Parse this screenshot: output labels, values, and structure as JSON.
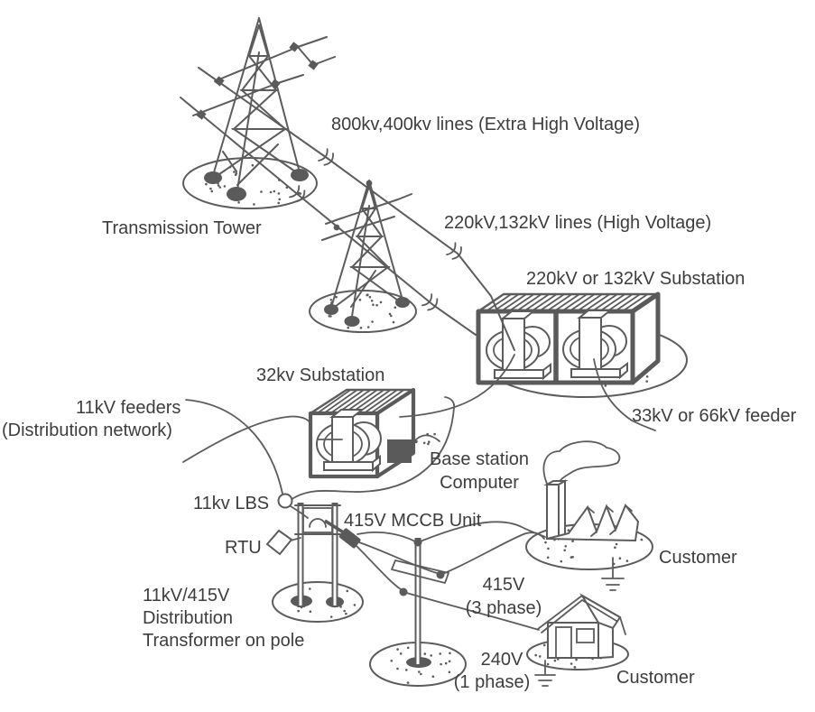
{
  "title": "Electric power transmission and distribution diagram",
  "colors": {
    "line": "#5c5c5c",
    "text": "#3d3d3d",
    "dark": "#5a5a5a",
    "bg": "#ffffff"
  },
  "labels": {
    "transmission_tower": "Transmission Tower",
    "ehv_lines": "800kv,400kv lines (Extra High Voltage)",
    "hv_lines": "220kV,132kV lines (High Voltage)",
    "hv_substation": "220kV or 132kV Substation",
    "mv_substation": "32kv Substation",
    "feeder_33_66": "33kV or 66kV feeder",
    "feeders_11kv_line1": "11kV feeders",
    "feeders_11kv_line2": "(Distribution network)",
    "base_station_line1": "Base station",
    "base_station_line2": "Computer",
    "lbs": "11kv LBS",
    "mccb": "415V MCCB Unit",
    "rtu": "RTU",
    "dist_tx_line1": "11kV/415V",
    "dist_tx_line2": "Distribution",
    "dist_tx_line3": "Transformer on pole",
    "v415_line1": "415V",
    "v415_line2": "(3 phase)",
    "v240_line1": "240V",
    "v240_line2": "(1 phase)",
    "customer_factory": "Customer",
    "customer_house": "Customer"
  }
}
